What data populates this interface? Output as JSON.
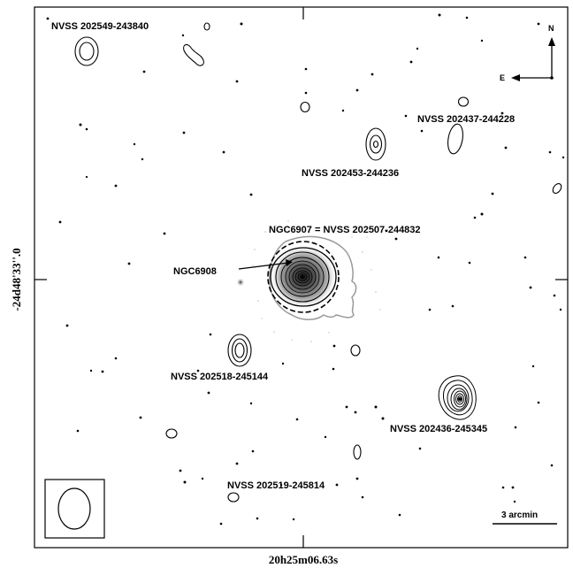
{
  "figure": {
    "x_axis_label": "20h25m06.63s",
    "y_axis_label": "-24d48'33''.0"
  },
  "sources": [
    {
      "label": "NVSS 202549-243840"
    },
    {
      "label": "NVSS 202437-244228"
    },
    {
      "label": "NVSS 202453-244236"
    },
    {
      "label": "NGC6907 = NVSS 202507-244832"
    },
    {
      "label": "NGC6908"
    },
    {
      "label": "NVSS 202518-245144"
    },
    {
      "label": "NVSS 202436-245345"
    },
    {
      "label": "NVSS 202519-245814"
    }
  ],
  "compass": {
    "north": "N",
    "east": "E"
  },
  "scale_bar": {
    "label": "3 arcmin"
  },
  "colors": {
    "contour": "#000000",
    "halo": "#999999"
  }
}
